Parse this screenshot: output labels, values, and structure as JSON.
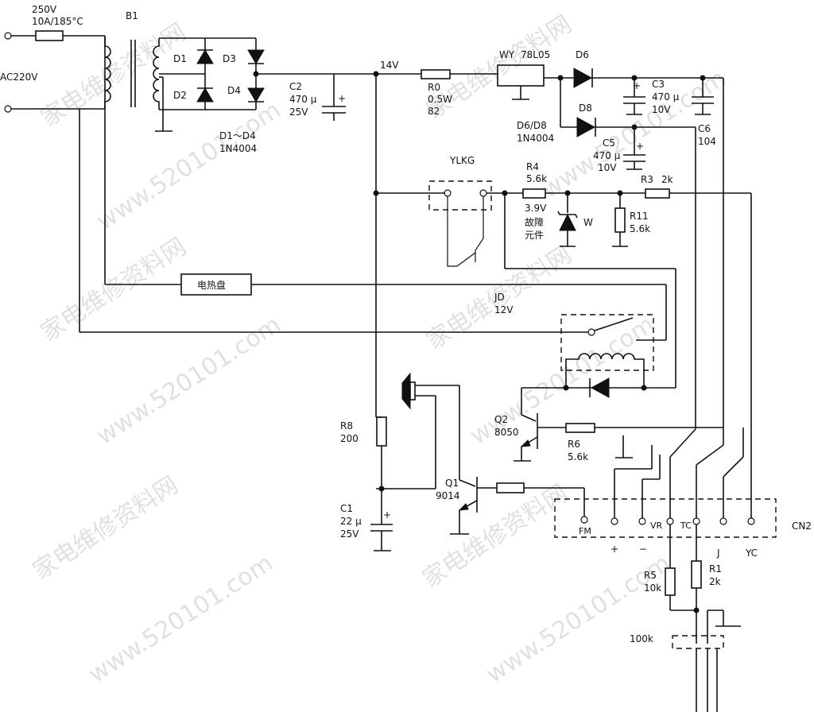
{
  "watermark": {
    "cn": "家电维修资料网",
    "url": "www.520101.com"
  },
  "labels": {
    "fuse_rating_1": "250V",
    "fuse_rating_2": "10A/185°C",
    "ac_input": "AC220V",
    "transformer": "B1",
    "d1": "D1",
    "d2": "D2",
    "d3": "D3",
    "d4": "D4",
    "d1_d4": "D1～D4",
    "d1_d4_part": "1N4004",
    "c2": "C2",
    "c2_val": "470 μ",
    "c2_volt": "25V",
    "v14": "14V",
    "r0": "R0",
    "r0_pow": "0.5W",
    "r0_val": "82",
    "wy": "WY",
    "reg": "78L05",
    "d6": "D6",
    "d8": "D8",
    "d6d8": "D6/D8",
    "d6d8_part": "1N4004",
    "c3": "C3",
    "c3_val": "470 μ",
    "c3_volt": "10V",
    "c6": "C6",
    "c6_val": "104",
    "c5": "C5",
    "c5_val": "470 μ",
    "c5_volt": "10V",
    "ylkg": "YLKG",
    "r4": "R4",
    "r4_val": "5.6k",
    "zener_v": "3.9V",
    "zener_note1": "故障",
    "zener_note2": "元件",
    "w": "W",
    "r11": "R11",
    "r11_val": "5.6k",
    "r3": "R3",
    "r3_val": "2k",
    "heater": "电热盘",
    "jd": "JD",
    "jd_v": "12V",
    "r8": "R8",
    "r8_val": "200",
    "c1": "C1",
    "c1_val": "22 μ",
    "c1_volt": "25V",
    "q1": "Q1",
    "q1_part": "9014",
    "q2": "Q2",
    "q2_part": "8050",
    "r6": "R6",
    "r6_val": "5.6k",
    "fm": "FM",
    "plus": "+",
    "minus": "−",
    "vr": "VR",
    "tc": "TC",
    "j": "J",
    "yc": "YC",
    "cn2": "CN2",
    "r5": "R5",
    "r5_val": "10k",
    "r1": "R1",
    "r1_val": "2k",
    "pot": "100k"
  }
}
